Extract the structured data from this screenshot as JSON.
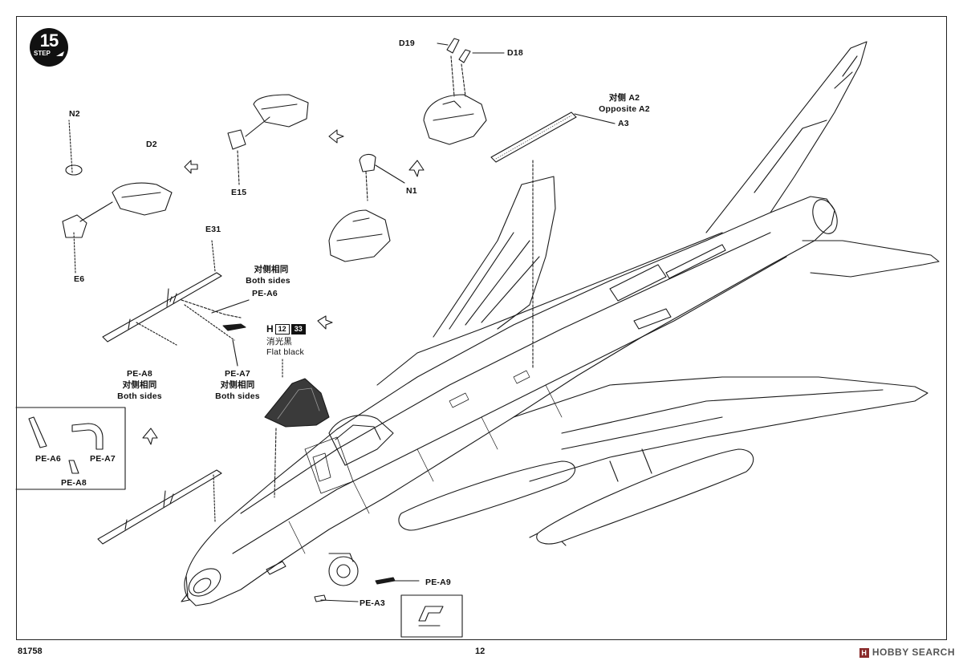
{
  "step": {
    "number": "15",
    "word": "STEP"
  },
  "labels": {
    "D19": "D19",
    "D18": "D18",
    "N2": "N2",
    "D2": "D2",
    "E15": "E15",
    "N1": "N1",
    "E6": "E6",
    "E31": "E31",
    "A2_cn": "对侧 A2",
    "A2_en": "Opposite A2",
    "A3": "A3",
    "both_cn_1": "对侧相同",
    "both_en_1": "Both sides",
    "PE_A6": "PE-A6",
    "PE_A8": "PE-A8",
    "both_cn_2": "对侧相同",
    "both_en_2": "Both sides",
    "PE_A7": "PE-A7",
    "both_cn_3": "对侧相同",
    "both_en_3": "Both sides",
    "inset_A6": "PE-A6",
    "inset_A7": "PE-A7",
    "inset_A8": "PE-A8",
    "PE_A9": "PE-A9",
    "PE_A3": "PE-A3"
  },
  "paint": {
    "letter": "H",
    "code1": "12",
    "code2": "33",
    "name_cn": "消光黑",
    "name_en": "Flat black"
  },
  "footer": {
    "kit_number": "81758",
    "page_number": "12"
  },
  "watermark": {
    "mark": "H",
    "text": "HOBBY SEARCH"
  }
}
